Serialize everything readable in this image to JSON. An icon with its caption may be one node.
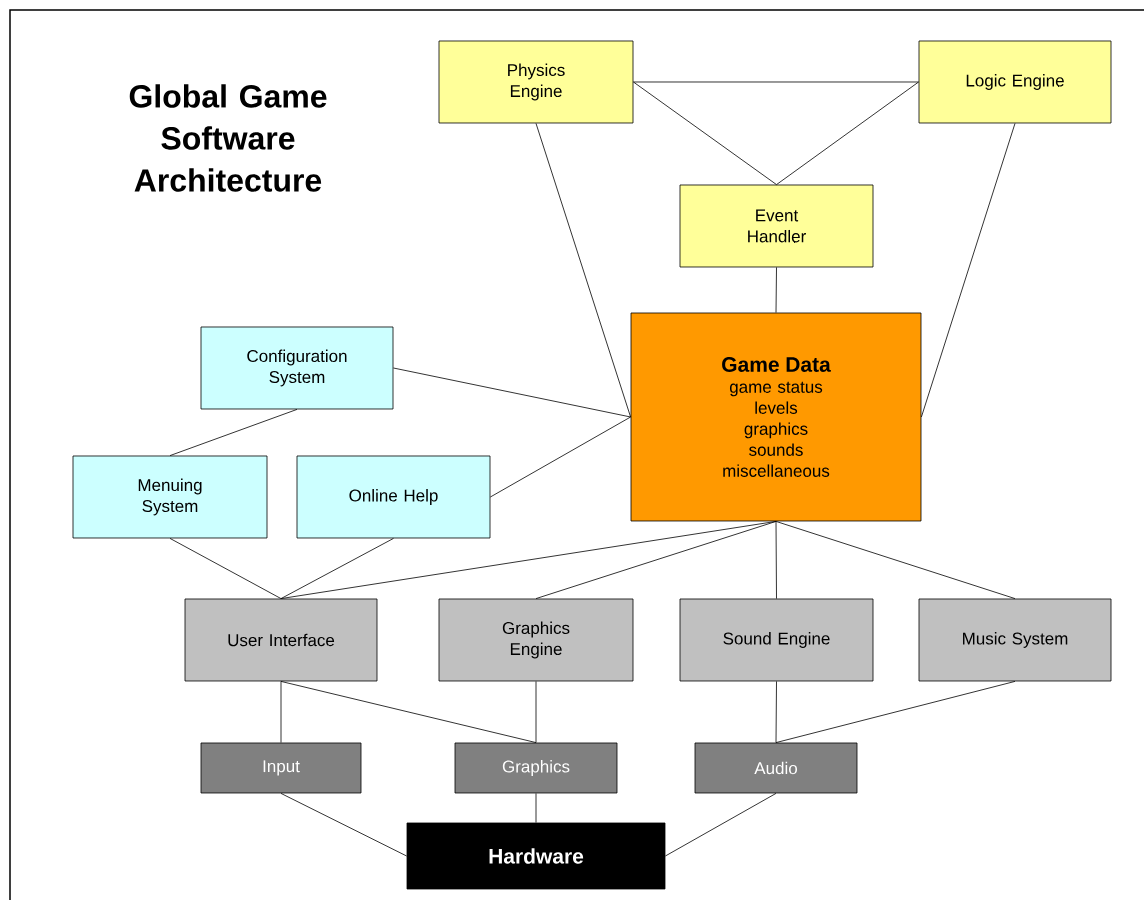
{
  "diagram": {
    "title": "Global Game Software Architecture",
    "nodes": [
      {
        "text": [
          "Physics Engine"
        ]
      },
      {
        "text": [
          "Logic Engine"
        ]
      },
      {
        "text": [
          "Event Handler"
        ]
      },
      {
        "text": [
          "Game Data",
          "game status",
          "levels",
          "graphics",
          "sounds",
          "miscellaneous"
        ]
      },
      {
        "text": [
          "Configuration System"
        ]
      },
      {
        "text": [
          "Menuing System"
        ]
      },
      {
        "text": [
          "Online Help"
        ]
      },
      {
        "text": [
          "User Interface"
        ]
      },
      {
        "text": [
          "Graphics Engine"
        ]
      },
      {
        "text": [
          "Sound Engine"
        ]
      },
      {
        "text": [
          "Music System"
        ]
      },
      {
        "text": [
          "Input"
        ]
      },
      {
        "text": [
          "Graphics"
        ]
      },
      {
        "text": [
          "Audio"
        ]
      },
      {
        "text": [
          "Hardware"
        ]
      }
    ],
    "edges": [
      {
        "from": 0,
        "to": 1,
        "arrow": "none"
      },
      {
        "from": 0,
        "to": 2,
        "arrow": "none"
      },
      {
        "from": 1,
        "to": 2,
        "arrow": "none"
      },
      {
        "from": 2,
        "to": 3,
        "arrow": "none"
      },
      {
        "from": 0,
        "to": 3,
        "arrow": "none"
      },
      {
        "from": 1,
        "to": 3,
        "arrow": "none"
      },
      {
        "from": 4,
        "to": 3,
        "arrow": "none"
      },
      {
        "from": 6,
        "to": 3,
        "arrow": "none"
      },
      {
        "from": 4,
        "to": 5,
        "arrow": "none"
      },
      {
        "from": 5,
        "to": 7,
        "arrow": "none"
      },
      {
        "from": 6,
        "to": 7,
        "arrow": "none"
      },
      {
        "from": 3,
        "to": 7,
        "arrow": "none"
      },
      {
        "from": 3,
        "to": 8,
        "arrow": "none"
      },
      {
        "from": 3,
        "to": 9,
        "arrow": "none"
      },
      {
        "from": 3,
        "to": 10,
        "arrow": "none"
      },
      {
        "from": 7,
        "to": 11,
        "arrow": "none"
      },
      {
        "from": 7,
        "to": 12,
        "arrow": "none"
      },
      {
        "from": 8,
        "to": 12,
        "arrow": "none"
      },
      {
        "from": 9,
        "to": 13,
        "arrow": "none"
      },
      {
        "from": 10,
        "to": 13,
        "arrow": "none"
      },
      {
        "from": 11,
        "to": 14,
        "arrow": "none"
      },
      {
        "from": 12,
        "to": 14,
        "arrow": "none"
      },
      {
        "from": 13,
        "to": 14,
        "arrow": "none"
      }
    ]
  }
}
